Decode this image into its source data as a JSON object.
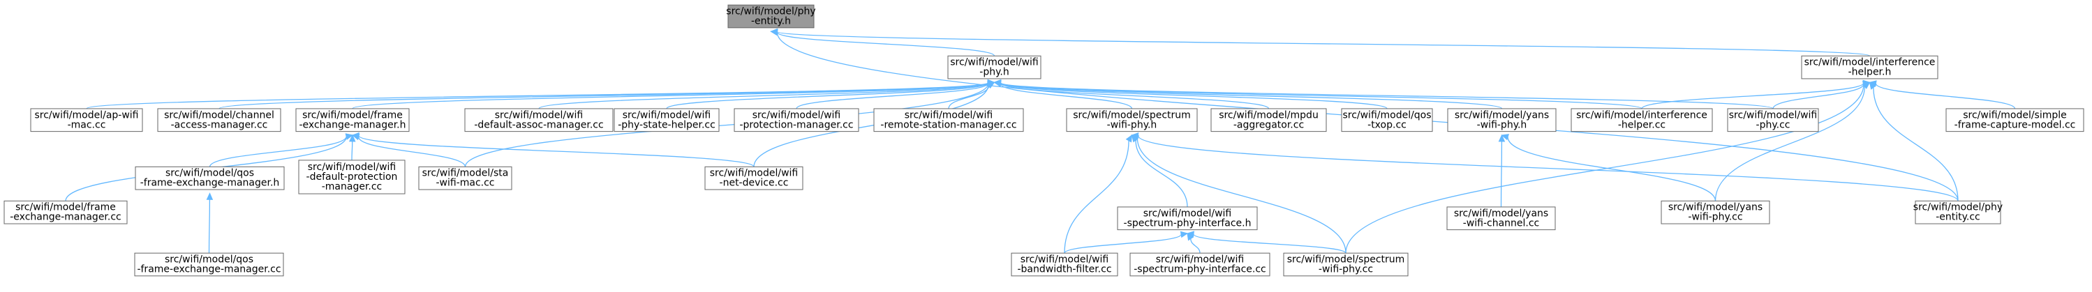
{
  "title": "",
  "nodes": [
    {
      "id": "phy_entity_h",
      "lines": [
        "src/wifi/model/phy",
        "-entity.h"
      ],
      "root": true
    },
    {
      "id": "wifi_phy_h",
      "lines": [
        "src/wifi/model/wifi",
        "-phy.h"
      ]
    },
    {
      "id": "interference_helper_h",
      "lines": [
        "src/wifi/model/interference",
        "-helper.h"
      ]
    },
    {
      "id": "ap_wifi_mac_cc",
      "lines": [
        "src/wifi/model/ap-wifi",
        "-mac.cc"
      ]
    },
    {
      "id": "channel_access_manager_cc",
      "lines": [
        "src/wifi/model/channel",
        "-access-manager.cc"
      ]
    },
    {
      "id": "frame_exchange_manager_h",
      "lines": [
        "src/wifi/model/frame",
        "-exchange-manager.h"
      ]
    },
    {
      "id": "default_assoc_manager_cc",
      "lines": [
        "src/wifi/model/wifi",
        "-default-assoc-manager.cc"
      ]
    },
    {
      "id": "phy_state_helper_cc",
      "lines": [
        "src/wifi/model/wifi",
        "-phy-state-helper.cc"
      ]
    },
    {
      "id": "protection_manager_cc",
      "lines": [
        "src/wifi/model/wifi",
        "-protection-manager.cc"
      ]
    },
    {
      "id": "remote_station_manager_cc",
      "lines": [
        "src/wifi/model/wifi",
        "-remote-station-manager.cc"
      ]
    },
    {
      "id": "spectrum_wifi_phy_h",
      "lines": [
        "src/wifi/model/spectrum",
        "-wifi-phy.h"
      ]
    },
    {
      "id": "mpdu_aggregator_cc",
      "lines": [
        "src/wifi/model/mpdu",
        "-aggregator.cc"
      ]
    },
    {
      "id": "qos_txop_cc",
      "lines": [
        "src/wifi/model/qos",
        "-txop.cc"
      ]
    },
    {
      "id": "yans_wifi_phy_h",
      "lines": [
        "src/wifi/model/yans",
        "-wifi-phy.h"
      ]
    },
    {
      "id": "interference_helper_cc",
      "lines": [
        "src/wifi/model/interference",
        "-helper.cc"
      ]
    },
    {
      "id": "wifi_phy_cc",
      "lines": [
        "src/wifi/model/wifi",
        "-phy.cc"
      ]
    },
    {
      "id": "simple_frame_capture_model_cc",
      "lines": [
        "src/wifi/model/simple",
        "-frame-capture-model.cc"
      ]
    },
    {
      "id": "frame_exchange_manager_cc",
      "lines": [
        "src/wifi/model/frame",
        "-exchange-manager.cc"
      ]
    },
    {
      "id": "qos_frame_exchange_manager_h",
      "lines": [
        "src/wifi/model/qos",
        "-frame-exchange-manager.h"
      ]
    },
    {
      "id": "default_protection_manager_cc",
      "lines": [
        "src/wifi/model/wifi",
        "-default-protection",
        "-manager.cc"
      ]
    },
    {
      "id": "sta_wifi_mac_cc",
      "lines": [
        "src/wifi/model/sta",
        "-wifi-mac.cc"
      ]
    },
    {
      "id": "wifi_net_device_cc",
      "lines": [
        "src/wifi/model/wifi",
        "-net-device.cc"
      ]
    },
    {
      "id": "spectrum_phy_interface_h",
      "lines": [
        "src/wifi/model/wifi",
        "-spectrum-phy-interface.h"
      ]
    },
    {
      "id": "yans_wifi_channel_cc",
      "lines": [
        "src/wifi/model/yans",
        "-wifi-channel.cc"
      ]
    },
    {
      "id": "yans_wifi_phy_cc",
      "lines": [
        "src/wifi/model/yans",
        "-wifi-phy.cc"
      ]
    },
    {
      "id": "phy_entity_cc",
      "lines": [
        "src/wifi/model/phy",
        "-entity.cc"
      ]
    },
    {
      "id": "qos_frame_exchange_manager_cc",
      "lines": [
        "src/wifi/model/qos",
        "-frame-exchange-manager.cc"
      ]
    },
    {
      "id": "bandwidth_filter_cc",
      "lines": [
        "src/wifi/model/wifi",
        "-bandwidth-filter.cc"
      ]
    },
    {
      "id": "spectrum_phy_interface_cc",
      "lines": [
        "src/wifi/model/wifi",
        "-spectrum-phy-interface.cc"
      ]
    },
    {
      "id": "spectrum_wifi_phy_cc",
      "lines": [
        "src/wifi/model/spectrum",
        "-wifi-phy.cc"
      ]
    }
  ],
  "edges": [
    {
      "from": "wifi_phy_h",
      "to": "phy_entity_h"
    },
    {
      "from": "interference_helper_h",
      "to": "phy_entity_h"
    },
    {
      "from": "phy_entity_cc",
      "to": "phy_entity_h"
    },
    {
      "from": "ap_wifi_mac_cc",
      "to": "wifi_phy_h"
    },
    {
      "from": "channel_access_manager_cc",
      "to": "wifi_phy_h"
    },
    {
      "from": "frame_exchange_manager_h",
      "to": "wifi_phy_h"
    },
    {
      "from": "sta_wifi_mac_cc",
      "to": "wifi_phy_h"
    },
    {
      "from": "default_assoc_manager_cc",
      "to": "wifi_phy_h"
    },
    {
      "from": "phy_state_helper_cc",
      "to": "wifi_phy_h"
    },
    {
      "from": "protection_manager_cc",
      "to": "wifi_phy_h"
    },
    {
      "from": "remote_station_manager_cc",
      "to": "wifi_phy_h"
    },
    {
      "from": "wifi_net_device_cc",
      "to": "wifi_phy_h"
    },
    {
      "from": "spectrum_wifi_phy_h",
      "to": "wifi_phy_h"
    },
    {
      "from": "mpdu_aggregator_cc",
      "to": "wifi_phy_h"
    },
    {
      "from": "qos_txop_cc",
      "to": "wifi_phy_h"
    },
    {
      "from": "yans_wifi_phy_h",
      "to": "wifi_phy_h"
    },
    {
      "from": "interference_helper_cc",
      "to": "wifi_phy_h"
    },
    {
      "from": "wifi_phy_cc",
      "to": "wifi_phy_h"
    },
    {
      "from": "interference_helper_cc",
      "to": "interference_helper_h"
    },
    {
      "from": "wifi_phy_cc",
      "to": "interference_helper_h"
    },
    {
      "from": "simple_frame_capture_model_cc",
      "to": "interference_helper_h"
    },
    {
      "from": "yans_wifi_phy_cc",
      "to": "interference_helper_h"
    },
    {
      "from": "phy_entity_cc",
      "to": "interference_helper_h"
    },
    {
      "from": "spectrum_wifi_phy_cc",
      "to": "interference_helper_h"
    },
    {
      "from": "frame_exchange_manager_cc",
      "to": "frame_exchange_manager_h"
    },
    {
      "from": "qos_frame_exchange_manager_h",
      "to": "frame_exchange_manager_h"
    },
    {
      "from": "default_protection_manager_cc",
      "to": "frame_exchange_manager_h"
    },
    {
      "from": "sta_wifi_mac_cc",
      "to": "frame_exchange_manager_h"
    },
    {
      "from": "wifi_net_device_cc",
      "to": "frame_exchange_manager_h"
    },
    {
      "from": "qos_frame_exchange_manager_cc",
      "to": "qos_frame_exchange_manager_h"
    },
    {
      "from": "spectrum_phy_interface_h",
      "to": "spectrum_wifi_phy_h"
    },
    {
      "from": "bandwidth_filter_cc",
      "to": "spectrum_wifi_phy_h"
    },
    {
      "from": "spectrum_wifi_phy_cc",
      "to": "spectrum_wifi_phy_h"
    },
    {
      "from": "phy_entity_cc",
      "to": "spectrum_wifi_phy_h"
    },
    {
      "from": "bandwidth_filter_cc",
      "to": "spectrum_phy_interface_h"
    },
    {
      "from": "spectrum_phy_interface_cc",
      "to": "spectrum_phy_interface_h"
    },
    {
      "from": "spectrum_wifi_phy_cc",
      "to": "spectrum_phy_interface_h"
    },
    {
      "from": "yans_wifi_channel_cc",
      "to": "yans_wifi_phy_h"
    },
    {
      "from": "yans_wifi_phy_cc",
      "to": "yans_wifi_phy_h"
    }
  ],
  "colors": {
    "edge": "#63b8ff",
    "node_border": "#666666",
    "root_fill": "#999999",
    "node_fill": "#ffffff"
  }
}
